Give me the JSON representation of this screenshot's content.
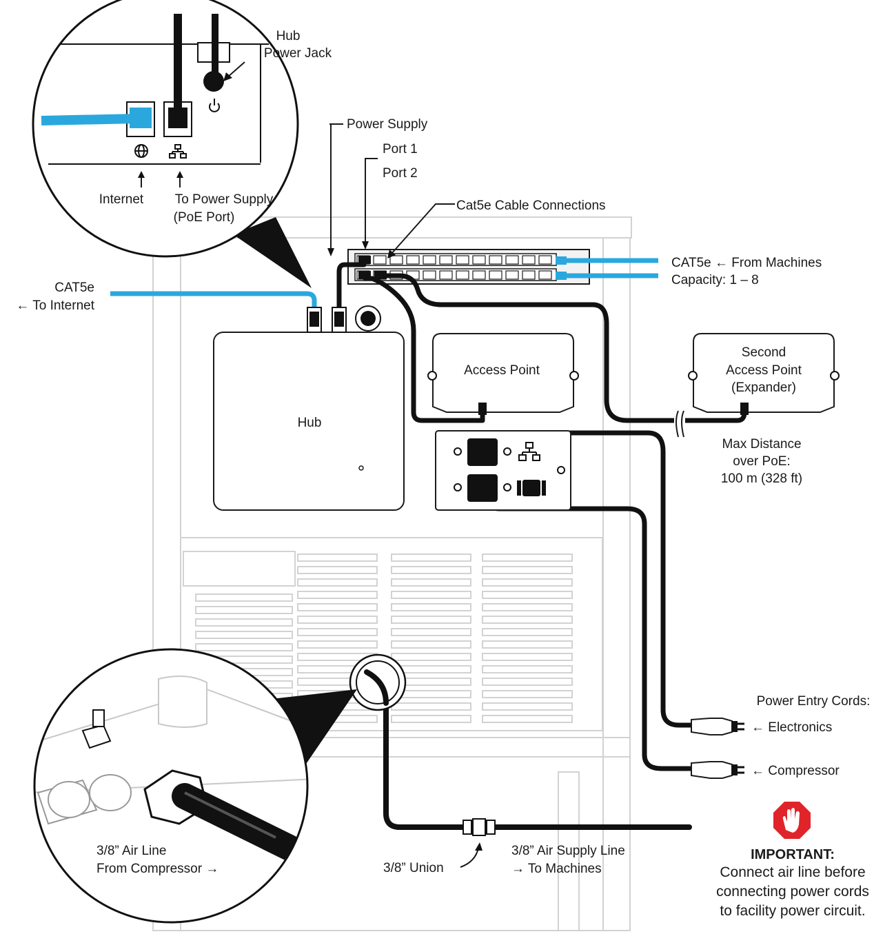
{
  "colors": {
    "ethernet_blue": "#2aa8de",
    "cable_black": "#111111",
    "stop_red": "#e0242a",
    "cabinet_gray": "#d2d2d2"
  },
  "icons": [
    "globe-icon",
    "network-icon",
    "power-icon",
    "stop-hand-icon",
    "compressor-icon"
  ],
  "labels": {
    "hub_power_jack": [
      "Hub",
      "Power Jack"
    ],
    "internet": "Internet",
    "to_power_supply": [
      "To Power Supply",
      "(PoE Port)"
    ],
    "power_supply": "Power Supply",
    "port1": "Port 1",
    "port2": "Port 2",
    "cat5e_connections": "Cat5e Cable Connections",
    "cat5e_internet": [
      "CAT5e",
      "← To Internet"
    ],
    "cat5e_machines": [
      "CAT5e ← From Machines",
      "Capacity: 1 – 8"
    ],
    "access_point": "Access Point",
    "second_access_point": [
      "Second",
      "Access Point",
      "(Expander)"
    ],
    "hub": "Hub",
    "max_distance": [
      "Max Distance",
      "over PoE:",
      "100 m (328 ft)"
    ],
    "power_entry_cords": "Power Entry Cords:",
    "electronics": "← Electronics",
    "compressor": "← Compressor",
    "air_line": [
      "3/8” Air Line",
      "From Compressor →"
    ],
    "union": "3/8” Union",
    "air_supply": [
      "3/8” Air Supply Line",
      "→ To Machines"
    ],
    "important_title": "IMPORTANT:",
    "important_body": [
      "Connect air line before",
      "connecting power cords",
      "to facility power circuit."
    ]
  }
}
